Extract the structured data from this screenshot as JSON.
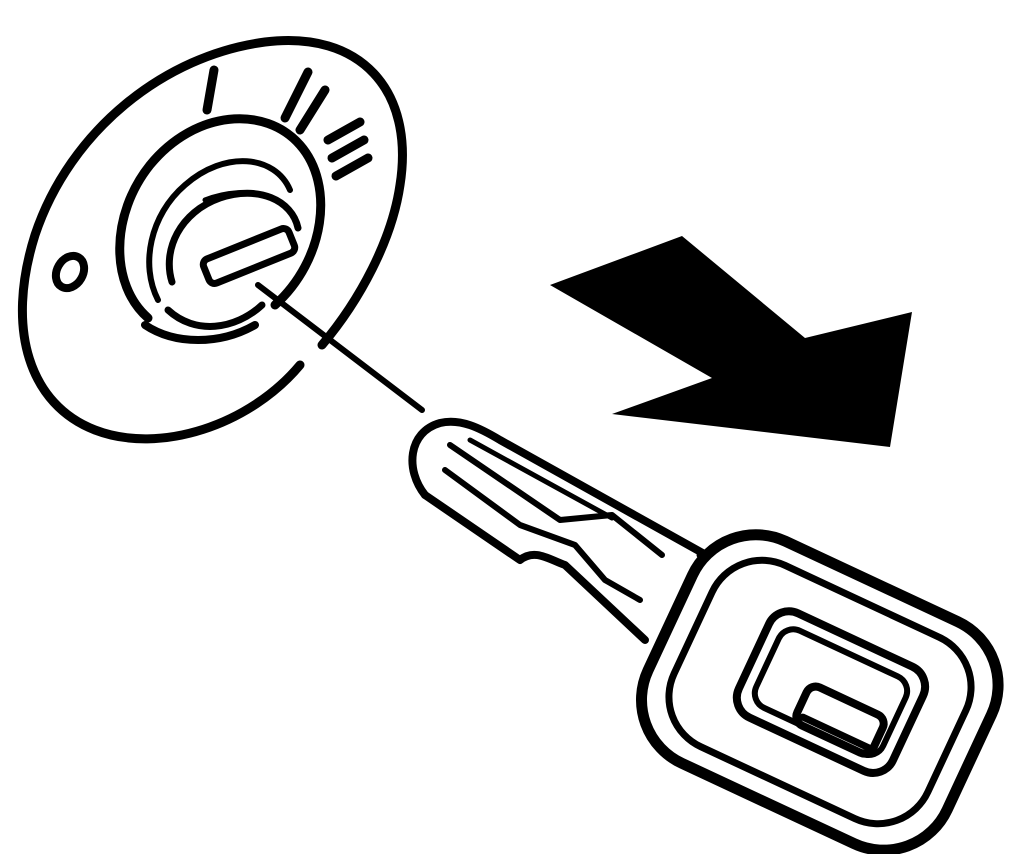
{
  "diagram": {
    "ink_color": "#000000",
    "background_color": "#ffffff",
    "position_marks": [
      "0",
      "I",
      "II",
      "III"
    ],
    "arrow_direction": "down-right",
    "icons": {
      "ignition": "ignition-lock-icon",
      "key": "car-key-icon",
      "arrow": "arrow-icon"
    }
  }
}
